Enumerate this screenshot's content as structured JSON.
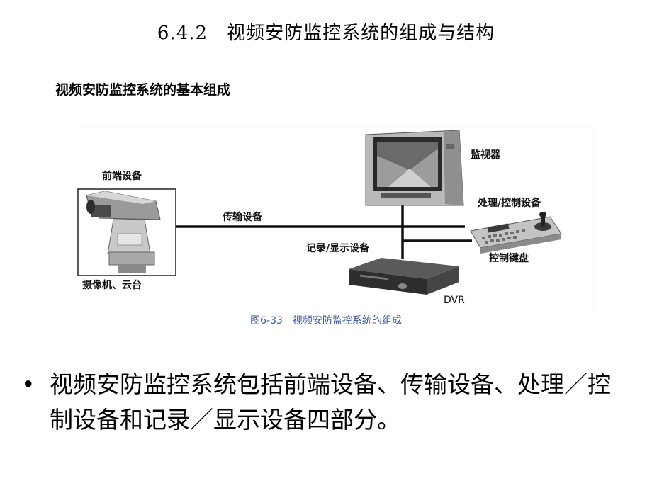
{
  "header": {
    "title": "6.4.2　视频安防监控系统的组成与结构"
  },
  "section": {
    "subtitle": "视频安防监控系统的基本组成"
  },
  "figure": {
    "labels": {
      "front_end": "前端设备",
      "camera": "摄像机、云台",
      "transmission": "传输设备",
      "monitor": "监视器",
      "processing": "处理/控制设备",
      "keyboard": "控制键盘",
      "record_display": "记录/显示设备",
      "dvr": "DVR"
    },
    "caption": "图6-33　视频安防监控系统的组成"
  },
  "bullet": {
    "marker": "•",
    "text": "视频安防监控系统包括前端设备、传输设备、处理／控制设备和记录／显示设备四部分。"
  }
}
